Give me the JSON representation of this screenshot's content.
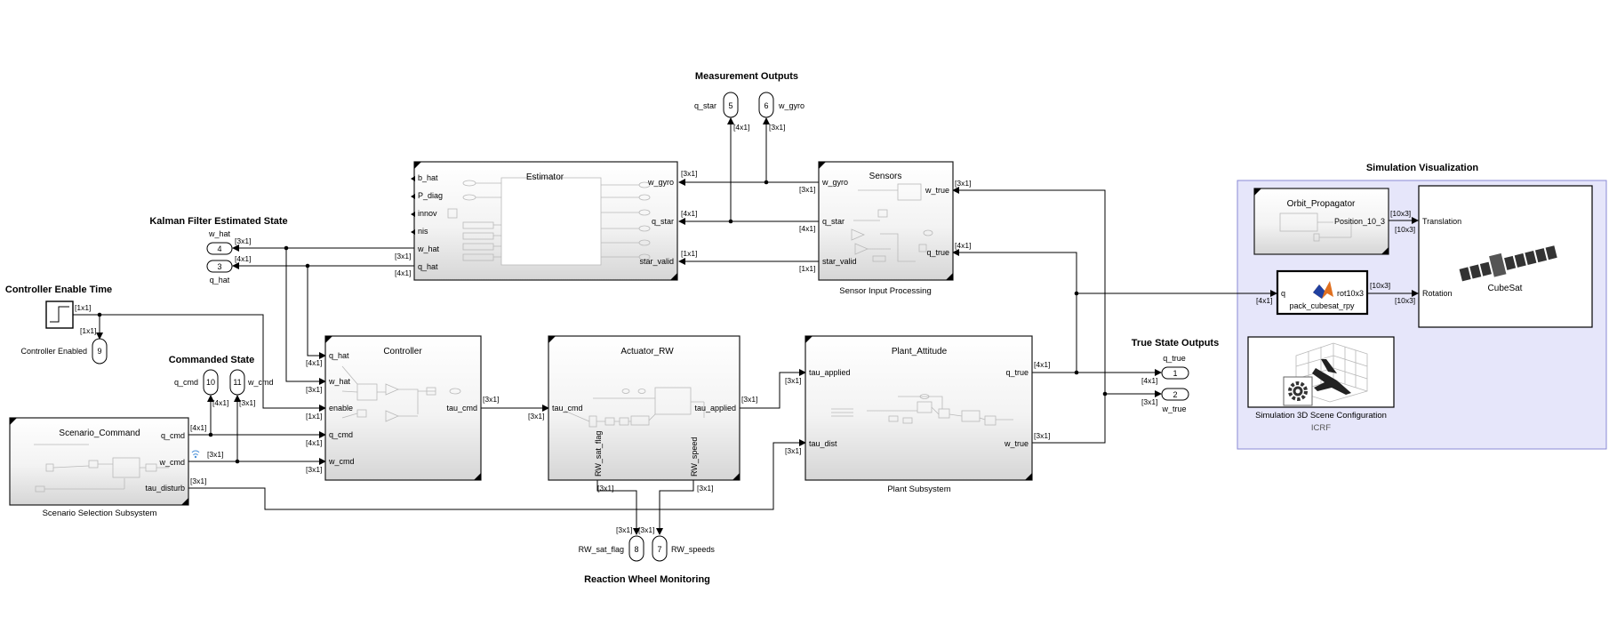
{
  "headings": {
    "measurement": "Measurement Outputs",
    "kalman": "Kalman Filter Estimated State",
    "controller_enable_time": "Controller Enable Time",
    "commanded_state": "Commanded State",
    "simulation_visualization": "Simulation Visualization",
    "true_state": "True State Outputs",
    "reaction_wheel": "Reaction Wheel Monitoring"
  },
  "blocks": {
    "estimator": {
      "name": "Estimator",
      "in_ports": [
        "b_hat",
        "P_diag",
        "innov",
        "nis"
      ],
      "out_ports": [
        "w_gyro",
        "q_star",
        "star_valid"
      ],
      "left_labels": [
        "w_hat",
        "q_hat"
      ]
    },
    "sensors": {
      "name": "Sensors",
      "caption": "Sensor Input Processing",
      "left_ports": [
        "w_gyro",
        "q_star",
        "star_valid"
      ],
      "right_ports": [
        "w_true",
        "q_true"
      ]
    },
    "controller": {
      "name": "Controller",
      "in_ports": [
        "q_hat",
        "w_hat",
        "enable",
        "q_cmd",
        "w_cmd"
      ],
      "out_port": "tau_cmd"
    },
    "actuator": {
      "name": "Actuator_RW",
      "in_port": "tau_cmd",
      "out_port": "tau_applied",
      "bottom_ports": [
        "RW_sat_flag",
        "RW_speed"
      ]
    },
    "plant": {
      "name": "Plant_Attitude",
      "caption": "Plant Subsystem",
      "in_ports": [
        "tau_applied",
        "tau_dist"
      ],
      "out_ports": [
        "q_true",
        "w_true"
      ]
    },
    "scenario": {
      "name": "Scenario_Command",
      "caption": "Scenario Selection Subsystem",
      "out_ports": [
        "q_cmd",
        "w_cmd",
        "tau_disturb"
      ]
    },
    "orbit": {
      "name": "Orbit_Propagator",
      "out_port": "Position_10_3"
    },
    "pack": {
      "name": "pack_cubesat_rpy",
      "in_port": "q",
      "out_port": "rot10x3"
    },
    "cubesat": {
      "name": "CubeSat",
      "in_ports": [
        "Translation",
        "Rotation"
      ]
    },
    "scene": {
      "caption": "Simulation 3D Scene Configuration",
      "sub": "ICRF"
    }
  },
  "ports": {
    "q_star": {
      "num": "5",
      "label": "q_star"
    },
    "w_gyro": {
      "num": "6",
      "label": "w_gyro"
    },
    "w_hat": {
      "num": "4",
      "label": "w_hat"
    },
    "q_hat": {
      "num": "3",
      "label": "q_hat"
    },
    "controller_enabled": {
      "num": "9",
      "label": "Controller Enabled"
    },
    "q_cmd": {
      "num": "10",
      "label": "q_cmd"
    },
    "w_cmd": {
      "num": "11",
      "label": "w_cmd"
    },
    "q_true": {
      "num": "1",
      "label": "q_true"
    },
    "w_true": {
      "num": "2",
      "label": "w_true"
    },
    "rw_sat_flag": {
      "num": "8",
      "label": "RW_sat_flag"
    },
    "rw_speeds": {
      "num": "7",
      "label": "RW_speeds"
    }
  },
  "dims": {
    "d3": "[3x1]",
    "d4": "[4x1]",
    "d1": "[1x1]",
    "d10": "[10x3]"
  },
  "colors": {
    "viz_area": "#e6e6fa",
    "viz_border": "#8a8ad6",
    "matlab_orange": "#e07020",
    "matlab_blue": "#2040a0"
  }
}
